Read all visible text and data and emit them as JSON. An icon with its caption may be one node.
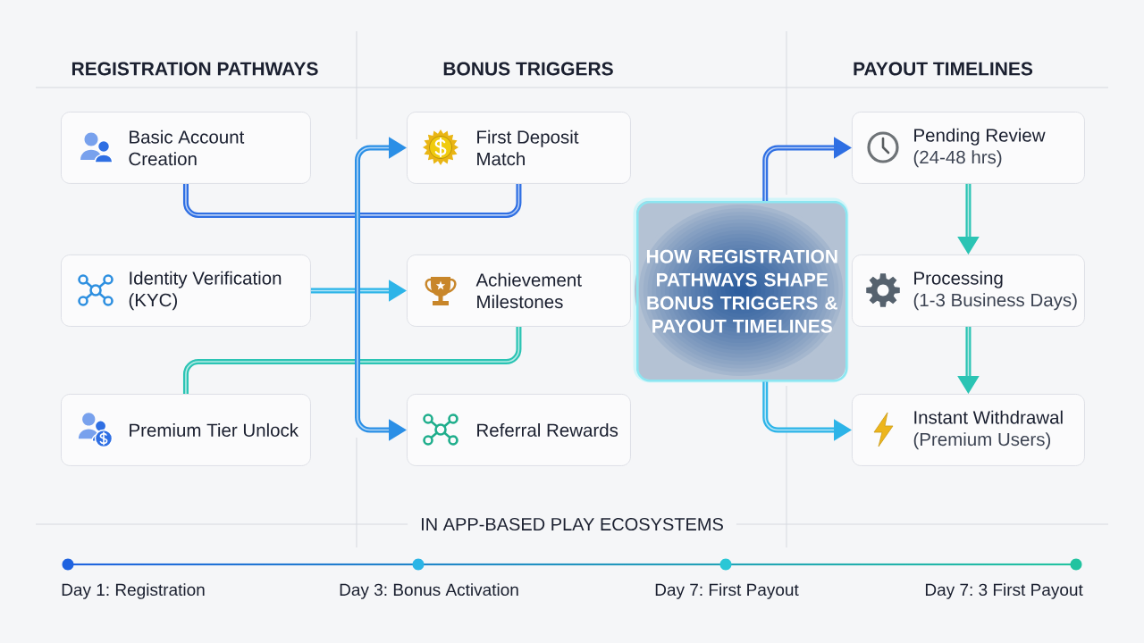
{
  "diagram": {
    "nodes": [
      {
        "text": [
          "Basic Account Creation"
        ]
      },
      {
        "text": [
          "Identity Verification (KYC)"
        ]
      },
      {
        "text": [
          "Premium Tier Unlock"
        ]
      },
      {
        "text": [
          "First Deposit Match"
        ]
      },
      {
        "text": [
          "Achievement Milestones"
        ]
      },
      {
        "text": [
          "Referral Rewards"
        ]
      },
      {
        "text": [
          "HOW REGISTRATION PATHWAYS SHAPE BONUS TRIGGERS & PAYOUT TIMELINES"
        ]
      },
      {
        "text": [
          "Pending Review",
          "(24-48 hrs)"
        ]
      },
      {
        "text": [
          "Processing",
          "(1-3 Business Days)"
        ]
      },
      {
        "text": [
          "Instant Withdrawal",
          "(Premium Users)"
        ]
      }
    ],
    "edges": [
      {
        "from": 0,
        "to": 3,
        "arrow": "none",
        "color": "#2f6fe3"
      },
      {
        "from": 1,
        "to": 4,
        "arrow": "to",
        "color": "#2db4e8"
      },
      {
        "from": 2,
        "to": 4,
        "arrow": "none"
      },
      {
        "from": 3,
        "to": 5,
        "arrow": "both",
        "color": "#2b8fe6"
      },
      {
        "from": 6,
        "to": 7,
        "arrow": "to",
        "color": "#2f6fe3"
      },
      {
        "from": 6,
        "to": 9,
        "arrow": "to",
        "color": "#2db4e8"
      },
      {
        "from": 7,
        "to": 8,
        "arrow": "to"
      },
      {
        "from": 8,
        "to": 9,
        "arrow": "to"
      }
    ],
    "labels": [
      "REGISTRATION PATHWAYS",
      "BONUS TRIGGERS",
      "PAYOUT TIMELINES",
      "IN APP-BASED PLAY ECOSYSTEMS",
      "Day 1: Registration",
      "Day 3: Bonus Activation",
      "Day 7: First Payout",
      "Day 7: 3 First Payout"
    ]
  }
}
